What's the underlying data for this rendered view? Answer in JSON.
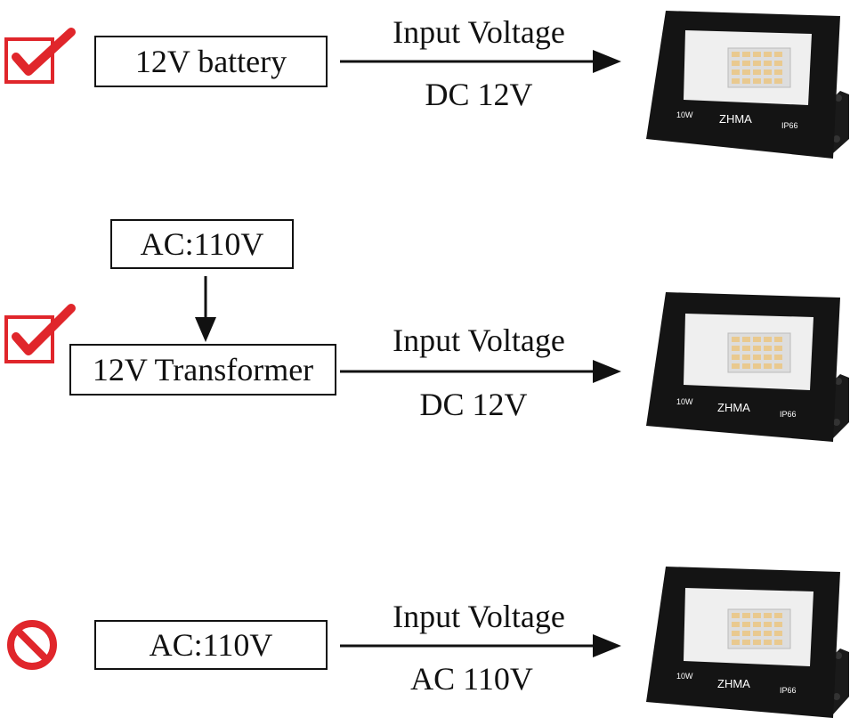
{
  "rows": [
    {
      "status": "check",
      "status_icon": "checkmark-box-icon",
      "source": "12V battery",
      "arrow_top": "Input Voltage",
      "arrow_bottom": "DC 12V",
      "light": {
        "wattage": "10W",
        "brand": "ZHMA",
        "rating": "IP66"
      }
    },
    {
      "status": "check",
      "status_icon": "checkmark-box-icon",
      "upstream": "AC:110V",
      "source": "12V Transformer",
      "arrow_top": "Input Voltage",
      "arrow_bottom": "DC 12V",
      "light": {
        "wattage": "10W",
        "brand": "ZHMA",
        "rating": "IP66"
      }
    },
    {
      "status": "prohibited",
      "status_icon": "prohibited-icon",
      "source": "AC:110V",
      "arrow_top": "Input Voltage",
      "arrow_bottom": "AC 110V",
      "light": {
        "wattage": "10W",
        "brand": "ZHMA",
        "rating": "IP66"
      }
    }
  ],
  "colors": {
    "check": "#e0262b",
    "prohibited": "#e0262b",
    "light_body": "#141414",
    "led": "#e9c98f"
  }
}
